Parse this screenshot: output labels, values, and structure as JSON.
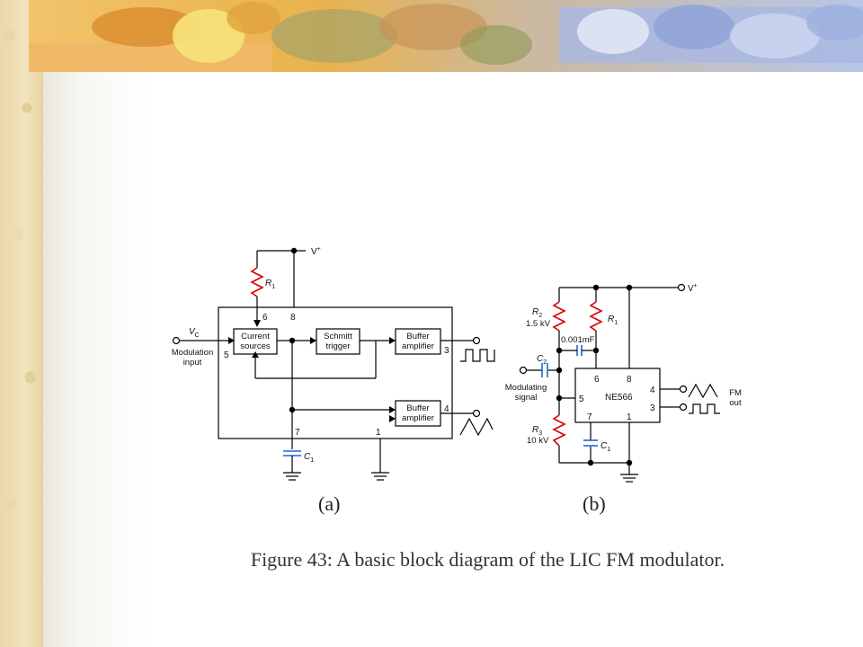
{
  "labels": {
    "vplus": "V",
    "plus": "+",
    "vc_main": "V",
    "vc_sub": "C",
    "modulation_input": [
      "Modulation",
      "input"
    ],
    "r1_main": "R",
    "r1_sub": "1",
    "c1_main": "C",
    "c1_sub": "1",
    "current_sources": [
      "Current",
      "sources"
    ],
    "schmitt_trigger": [
      "Schmitt",
      "trigger"
    ],
    "buffer_amplifier": [
      "Buffer",
      "amplifier"
    ],
    "pins_a": {
      "p6": "6",
      "p8": "8",
      "p5": "5",
      "p3": "3",
      "p4": "4",
      "p7": "7",
      "p1": "1"
    },
    "r2_main": "R",
    "r2_sub": "2",
    "r2_value": "1.5 kV",
    "r3_main": "R",
    "r3_sub": "3",
    "r3_value": "10 kV",
    "c2_main": "C",
    "c2_sub": "2",
    "cap_value": "0.001mF",
    "modulating_signal": [
      "Modulating",
      "signal"
    ],
    "ic_name": "NE566",
    "fm_out": [
      "FM",
      "out"
    ],
    "pins_b": {
      "p6": "6",
      "p8": "8",
      "p5": "5",
      "p4": "4",
      "p3": "3",
      "p7": "7",
      "p1": "1"
    }
  },
  "subfigures": {
    "a": "(a)",
    "b": "(b)"
  },
  "caption": "Figure 43: A basic block diagram of the LIC FM modulator.",
  "colors": {
    "resistor": "#d40000",
    "capacitor": "#2266cc",
    "wire": "#000000"
  }
}
